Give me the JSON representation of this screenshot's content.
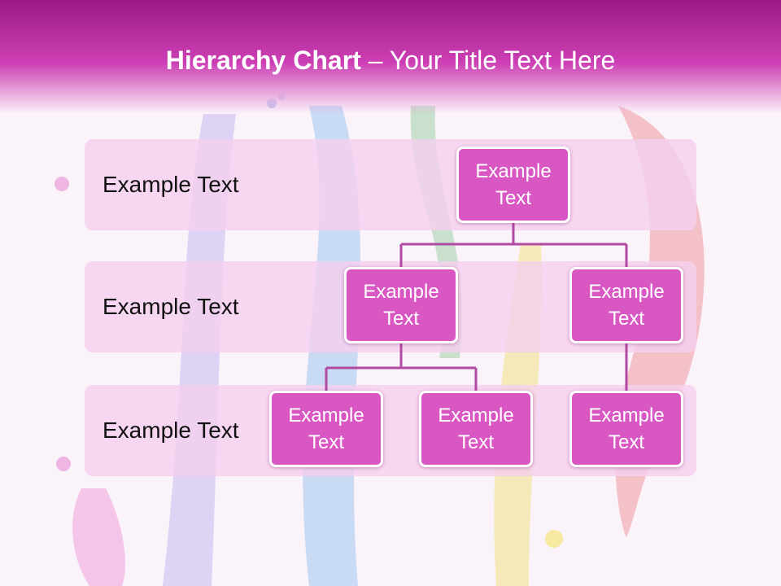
{
  "header": {
    "title_bold": "Hierarchy Chart",
    "title_rest": " – Your Title Text Here"
  },
  "bands": [
    {
      "label": "Example Text"
    },
    {
      "label": "Example Text"
    },
    {
      "label": "Example Text"
    }
  ],
  "nodes": {
    "root": {
      "line1": "Example",
      "line2": "Text"
    },
    "level2_left": {
      "line1": "Example",
      "line2": "Text"
    },
    "level2_right": {
      "line1": "Example",
      "line2": "Text"
    },
    "level3_a": {
      "line1": "Example",
      "line2": "Text"
    },
    "level3_b": {
      "line1": "Example",
      "line2": "Text"
    },
    "level3_c": {
      "line1": "Example",
      "line2": "Text"
    }
  },
  "colors": {
    "header": "#c93db2",
    "node_fill": "#d957c3",
    "connector": "#b24aa2",
    "band_fill": "#f4d0ee"
  }
}
